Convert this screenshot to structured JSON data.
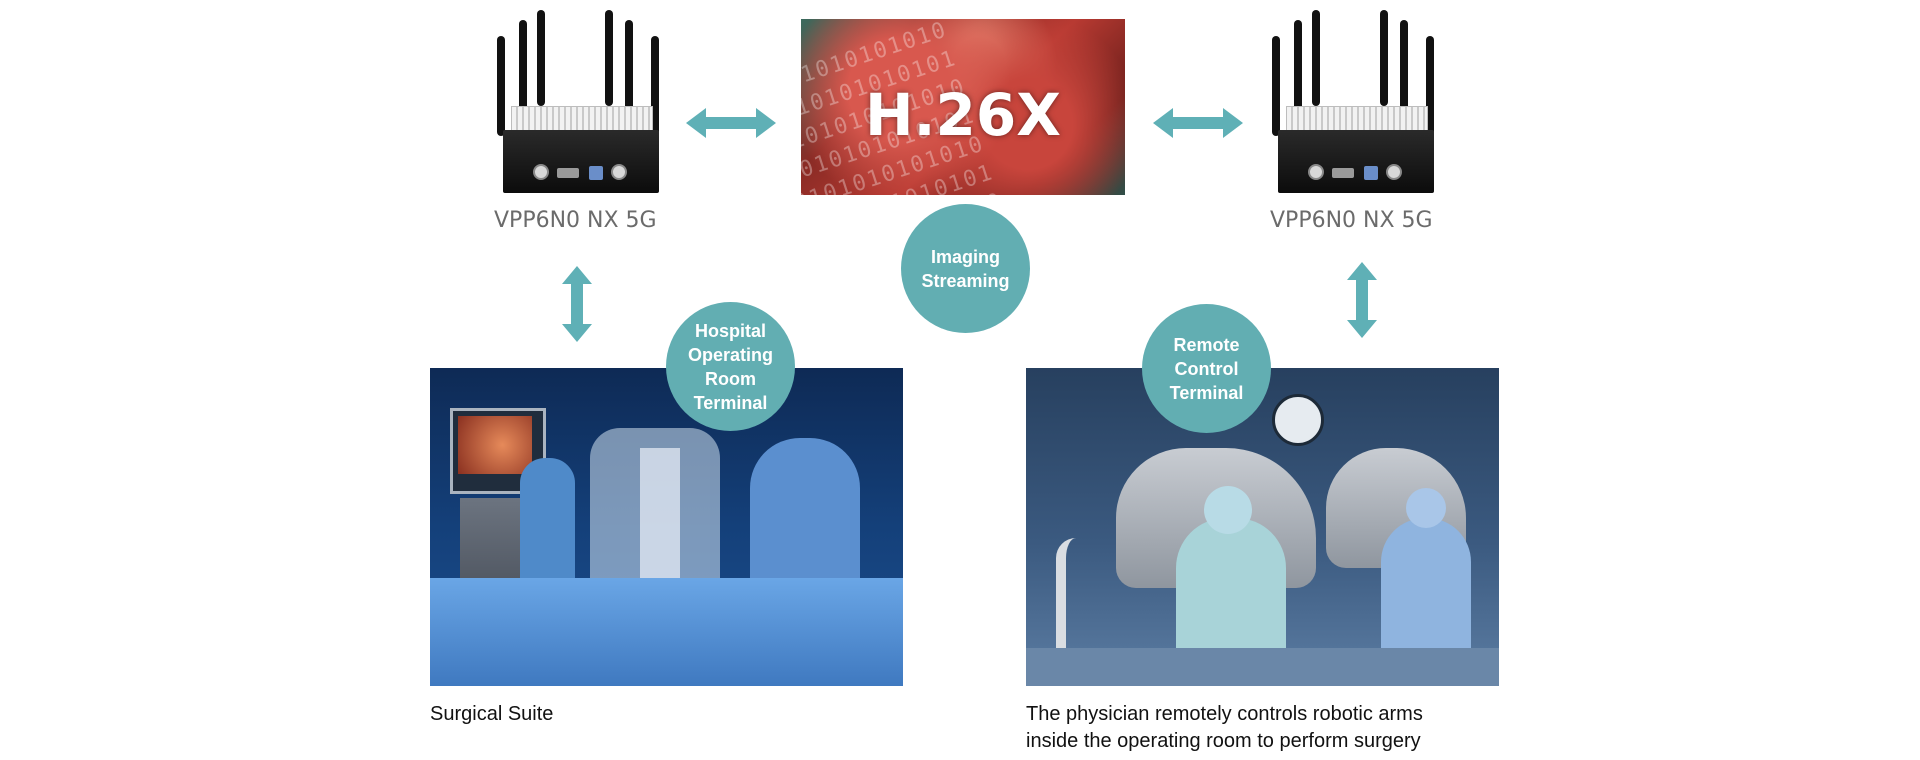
{
  "devices": [
    {
      "label": "VPP6N0 NX 5G"
    },
    {
      "label": "VPP6N0 NX 5G"
    }
  ],
  "codec": {
    "title": "H.26X",
    "binary": "0101010101010\n1010101010101\n0101010101010\n1010101010101\n0101010101010\n1010101010101\n0101010101010\n1010101010101"
  },
  "circles": {
    "imaging": "Imaging\nStreaming",
    "hospital": "Hospital\nOperating\nRoom\nTerminal",
    "remote": "Remote\nControl\nTerminal"
  },
  "captions": {
    "left": "Surgical Suite",
    "right_line1": "The physician remotely controls robotic arms",
    "right_line2": "inside the operating room to perform surgery"
  },
  "colors": {
    "accent": "#62aeb2",
    "arrow": "#5fb0b6",
    "label": "#6b6b6b"
  }
}
